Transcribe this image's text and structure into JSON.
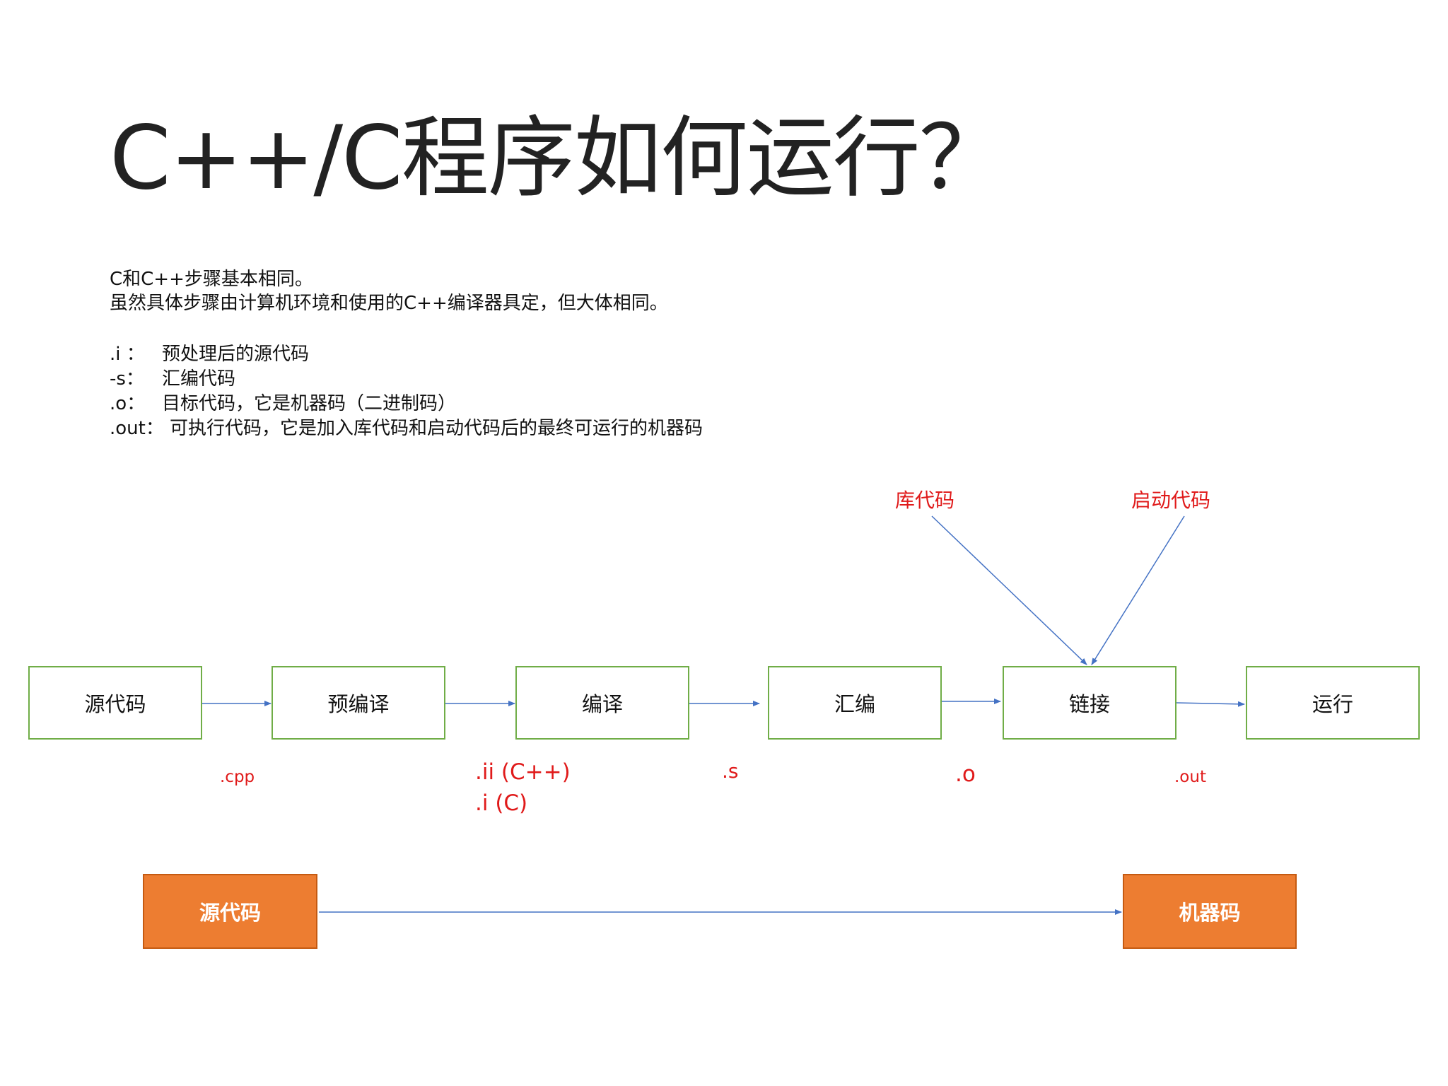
{
  "title": "C++/C程序如何运行？",
  "intro": [
    "C和C++步骤基本相同。",
    "虽然具体步骤由计算机环境和使用的C++编译器具定，但大体相同。"
  ],
  "definitions": [
    {
      "ext": ".i ：",
      "desc": "预处理后的源代码"
    },
    {
      "ext": "-s：",
      "desc": "汇编代码"
    },
    {
      "ext": ".o：",
      "desc": "目标代码，它是机器码（二进制码）"
    },
    {
      "ext": ".out：",
      "desc": "可执行代码，它是加入库代码和启动代码后的最终可运行的机器码"
    }
  ],
  "pipeline": {
    "steps": [
      "源代码",
      "预编译",
      "编译",
      "汇编",
      "链接",
      "运行"
    ],
    "extensions": [
      ".cpp",
      ".ii (C++)",
      ".i (C)",
      ".s",
      ".o",
      ".out"
    ],
    "inputs": [
      "库代码",
      "启动代码"
    ]
  },
  "summary": {
    "from": "源代码",
    "to": "机器码"
  },
  "colors": {
    "step_border": "#70ad47",
    "arrow": "#4472c4",
    "ext_label": "#e01a1a",
    "summary_fill": "#ed7d31"
  }
}
